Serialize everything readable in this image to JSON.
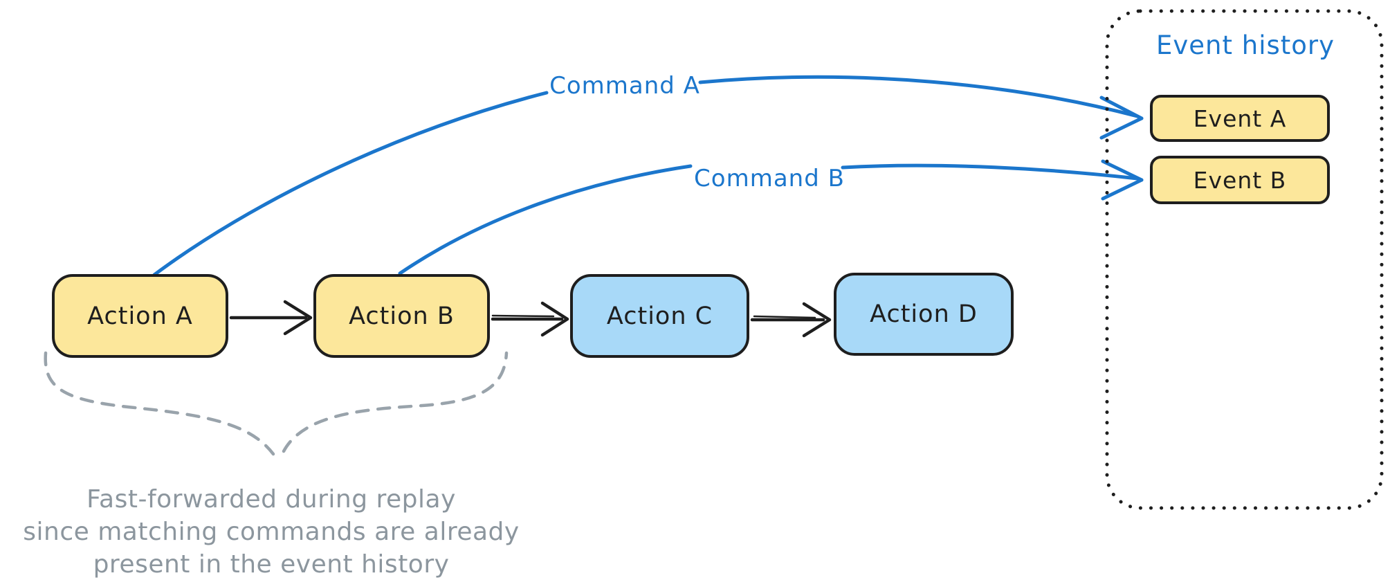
{
  "pipeline": {
    "actions": [
      {
        "label": "Action A",
        "style": "completed"
      },
      {
        "label": "Action B",
        "style": "completed"
      },
      {
        "label": "Action C",
        "style": "pending"
      },
      {
        "label": "Action D",
        "style": "pending"
      }
    ]
  },
  "commands": {
    "a": {
      "label": "Command A"
    },
    "b": {
      "label": "Command B"
    }
  },
  "event_history": {
    "title": "Event history",
    "events": [
      {
        "label": "Event A"
      },
      {
        "label": "Event B"
      }
    ]
  },
  "annotation": {
    "line1": "Fast-forwarded during replay",
    "line2": "since matching commands are already",
    "line3": "present in the event history"
  },
  "colors": {
    "action_completed_fill": "#FCE79B",
    "action_pending_fill": "#A8D9F8",
    "event_fill": "#FCE79B",
    "stroke_black": "#1E1E1E",
    "command_blue": "#1B76CC",
    "annotation_gray": "#8C969E"
  }
}
